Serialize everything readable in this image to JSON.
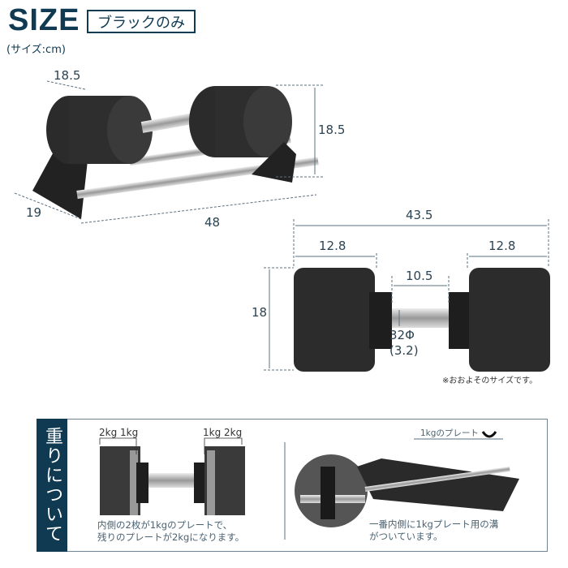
{
  "header": {
    "title": "SIZE",
    "badge": "ブラックのみ",
    "unit": "(サイズ:cm)"
  },
  "top_view": {
    "depth": "18.5",
    "height": "18.5",
    "width_base": "19",
    "length": "48"
  },
  "front_view": {
    "total_length": "43.5",
    "left_plate_width": "12.8",
    "right_plate_width": "12.8",
    "handle_length": "10.5",
    "height": "18",
    "grip_diameter_mm": "32Φ",
    "grip_diameter_cm": "(3.2)",
    "note": "※おおよそのサイズです。"
  },
  "weights": {
    "side_title": "重りについて",
    "left_labels": "2kg 1kg",
    "right_labels": "1kg 2kg",
    "left_caption_1": "内側の2枚が1kgのプレートで、",
    "left_caption_2": "残りのプレートが2kgになります。",
    "plate_label": "1kgのプレート",
    "right_caption_1": "一番内側に1kgプレート用の溝",
    "right_caption_2": "がついています。"
  },
  "colors": {
    "navy": "#0f3a52",
    "plate": "#2a2a2a",
    "bar": "#b8bcc0"
  }
}
